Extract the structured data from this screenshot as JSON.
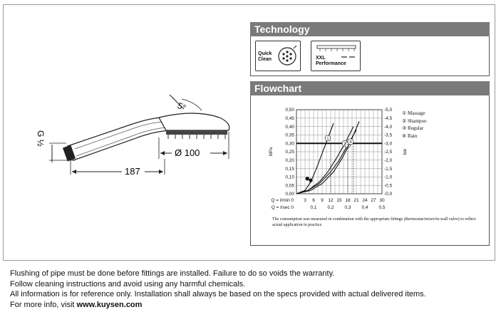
{
  "technology": {
    "heading": "Technology",
    "badges": [
      {
        "name": "quick-clean",
        "line1": "Quick",
        "line2": "Clean"
      },
      {
        "name": "xxl-performance",
        "line1": "XXL",
        "line2": "Performance"
      }
    ]
  },
  "dimensions": {
    "thread": "G ½",
    "length": "187",
    "diameter": "Ø 100",
    "angle": "5°"
  },
  "flowchart": {
    "heading": "Flowchart",
    "legend": [
      "① Massage",
      "② Shampoo",
      "③ Regular",
      "④ Rain"
    ],
    "footnote": "The consumption was measured in combination with the appropriate fittings (thermostat/mixer/in-wall valve) to reflect actual application in practice."
  },
  "chart_data": {
    "type": "line",
    "ylabel_left": "MPa",
    "ylabel_right": "bar",
    "y_left_ticks": [
      "0,00",
      "0,05",
      "0,10",
      "0,15",
      "0,20",
      "0,25",
      "0,30",
      "0,35",
      "0,40",
      "0,45",
      "0,50"
    ],
    "y_right_ticks": [
      "0,0",
      "0,5",
      "1,0",
      "1,5",
      "2,0",
      "2,5",
      "3,0",
      "3,5",
      "4,0",
      "4,5",
      "5,0"
    ],
    "x_row1_label": "Q = l/min",
    "x_row1_ticks": [
      "0",
      "3",
      "6",
      "9",
      "12",
      "15",
      "18",
      "21",
      "24",
      "27",
      "30"
    ],
    "x_row2_label": "Q = l/sec",
    "x_row2_ticks": [
      "0",
      "0,1",
      "0,2",
      "0,3",
      "0,4",
      "0,5"
    ],
    "xlim": [
      0,
      30
    ],
    "ylim": [
      0,
      0.5
    ],
    "reference_line_y": 0.3,
    "series": [
      {
        "name": "1",
        "x": [
          0,
          3,
          5,
          7,
          9,
          11,
          13
        ],
        "y": [
          0,
          0.02,
          0.07,
          0.15,
          0.24,
          0.33,
          0.42
        ]
      },
      {
        "name": "2",
        "x": [
          0,
          4,
          8,
          11,
          14,
          17,
          20
        ],
        "y": [
          0,
          0.02,
          0.07,
          0.13,
          0.21,
          0.3,
          0.4
        ]
      },
      {
        "name": "3",
        "x": [
          0,
          4,
          8,
          12,
          15,
          18,
          21
        ],
        "y": [
          0,
          0.02,
          0.06,
          0.13,
          0.2,
          0.29,
          0.38
        ]
      },
      {
        "name": "4",
        "x": [
          0,
          5,
          9,
          13,
          16,
          19,
          22
        ],
        "y": [
          0,
          0.02,
          0.06,
          0.13,
          0.21,
          0.31,
          0.43
        ]
      }
    ],
    "markers": [
      {
        "x": 3.8,
        "y": 0.09
      },
      {
        "x": 5.0,
        "y": 0.08
      }
    ],
    "grid": true
  },
  "notes": {
    "line1": "Flushing of pipe must be done before fittings are installed. Failure to do so voids the warranty.",
    "line2": "Follow cleaning instructions and avoid using any harmful chemicals.",
    "line3": "All information is for reference only. Installation shall always be based on the specs provided with actual delivered items.",
    "line4_prefix": "For more info, visit ",
    "line4_link": "www.kuysen.com"
  }
}
